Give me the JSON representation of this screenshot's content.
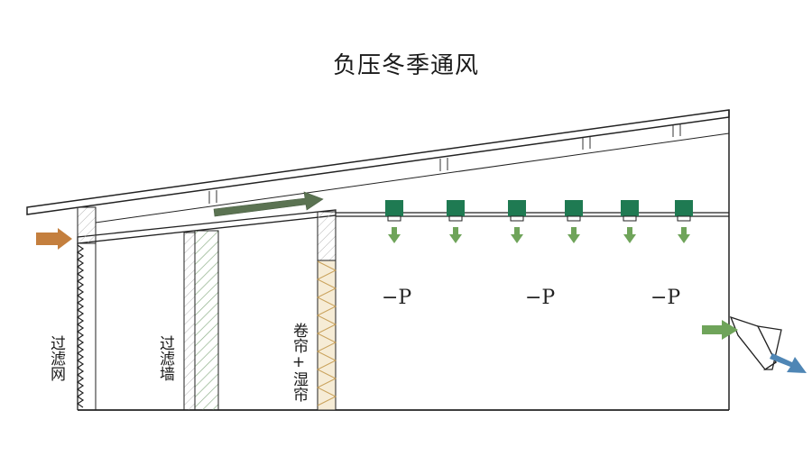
{
  "title": "负压冬季通风",
  "labels": {
    "filter_net": "过滤网",
    "filter_wall": "过滤墙",
    "curtain": "卷帘+湿帘"
  },
  "pressure_markers": [
    "−P",
    "−P",
    "−P"
  ],
  "colors": {
    "inlet_arrow": "#c47f3e",
    "attic_arrow": "#5b7352",
    "inlet_unit": "#1f7a52",
    "inlet_drop_arrow": "#6fa45a",
    "fan_in_arrow": "#6fa45a",
    "exhaust_arrow": "#4f86b5",
    "structure": "#222222",
    "filter_fill": "#e7efe0",
    "curtain_fill": "#f6ecd6"
  }
}
